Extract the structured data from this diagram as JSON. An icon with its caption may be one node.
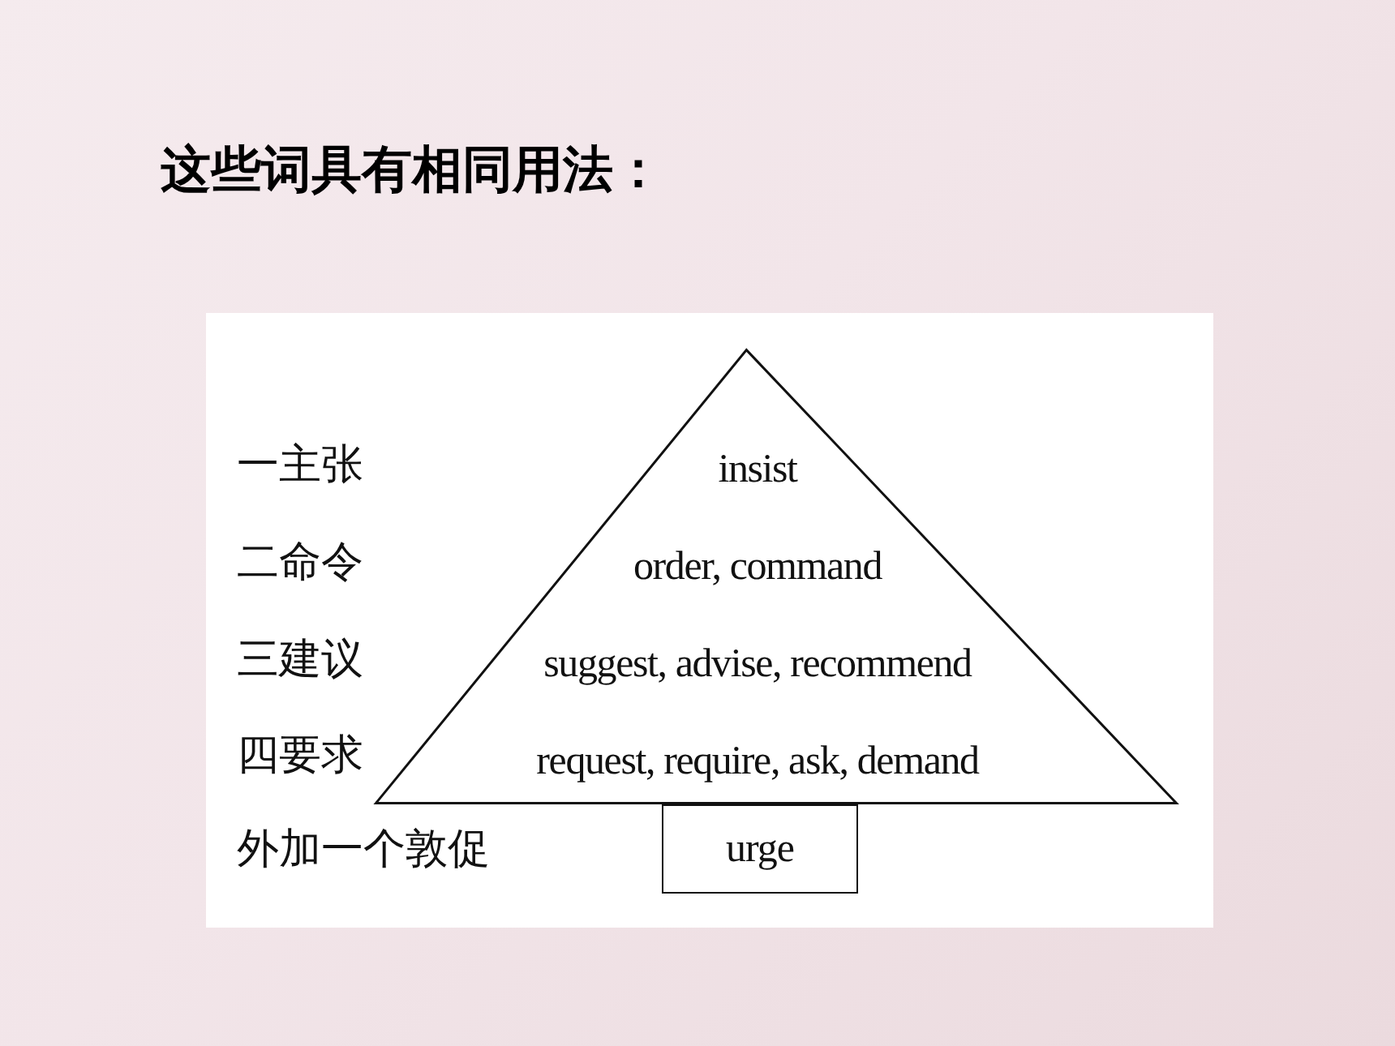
{
  "diagram": {
    "title": "这些词具有相同用法：",
    "nodes": [
      {
        "text": [
          "insist",
          "order, command",
          "suggest, advise, recommend",
          "request, require, ask, demand"
        ]
      },
      {
        "text": [
          "urge"
        ]
      }
    ],
    "labels": [
      "一主张",
      "二命令",
      "三建议",
      "四要求",
      "外加一个敦促"
    ]
  }
}
